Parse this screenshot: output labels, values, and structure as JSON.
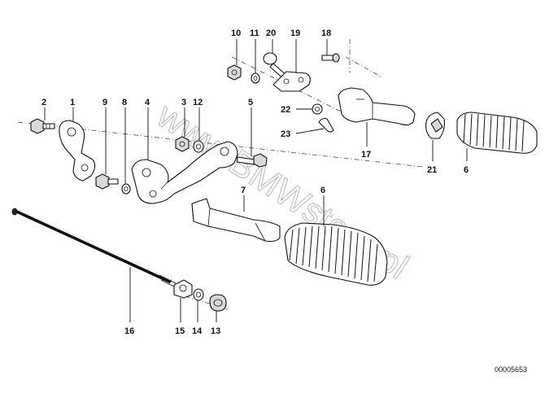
{
  "diagram": {
    "code": "00005653",
    "watermark": "www.BMWstore.pl",
    "callouts": [
      {
        "id": "c10",
        "label": "10"
      },
      {
        "id": "c11",
        "label": "11"
      },
      {
        "id": "c20",
        "label": "20"
      },
      {
        "id": "c19",
        "label": "19"
      },
      {
        "id": "c18",
        "label": "18"
      },
      {
        "id": "c2",
        "label": "2"
      },
      {
        "id": "c1",
        "label": "1"
      },
      {
        "id": "c9",
        "label": "9"
      },
      {
        "id": "c8",
        "label": "8"
      },
      {
        "id": "c4",
        "label": "4"
      },
      {
        "id": "c3",
        "label": "3"
      },
      {
        "id": "c12",
        "label": "12"
      },
      {
        "id": "c5",
        "label": "5"
      },
      {
        "id": "c22",
        "label": "22"
      },
      {
        "id": "c23",
        "label": "23"
      },
      {
        "id": "c17",
        "label": "17"
      },
      {
        "id": "c21",
        "label": "21"
      },
      {
        "id": "c6a",
        "label": "6"
      },
      {
        "id": "c7",
        "label": "7"
      },
      {
        "id": "c6b",
        "label": "6"
      },
      {
        "id": "c16",
        "label": "16"
      },
      {
        "id": "c15",
        "label": "15"
      },
      {
        "id": "c14",
        "label": "14"
      },
      {
        "id": "c13",
        "label": "13"
      }
    ]
  }
}
